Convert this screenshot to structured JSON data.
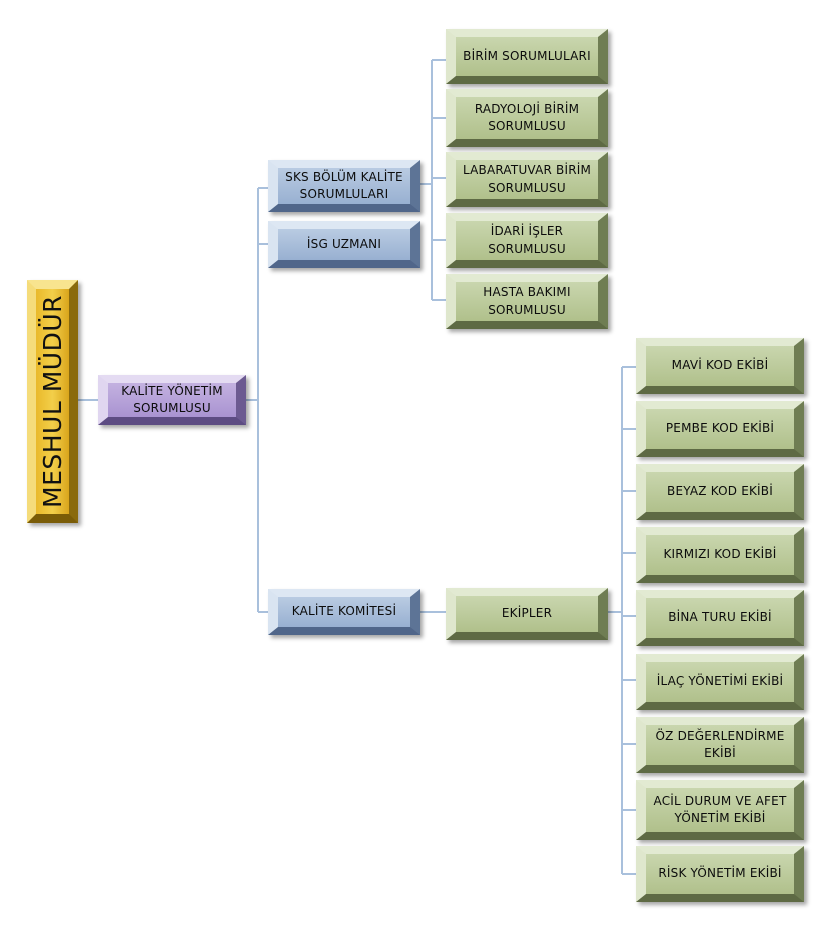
{
  "root": {
    "label": "MESHUL MÜDÜR"
  },
  "manager": {
    "label": "KALİTE YÖNETİM SORUMLUSU"
  },
  "sks": {
    "label": "SKS BÖLÜM KALİTE SORUMLULARI"
  },
  "isg": {
    "label": "İSG UZMANI"
  },
  "committee": {
    "label": "KALİTE KOMİTESİ"
  },
  "teams_group": {
    "label": "EKİPLER"
  },
  "sks_children": [
    "BİRİM SORUMLULARI",
    "RADYOLOJİ BİRİM SORUMLUSU",
    "LABARATUVAR BİRİM SORUMLUSU",
    "İDARİ İŞLER SORUMLUSU",
    "HASTA BAKIMI SORUMLUSU"
  ],
  "teams": [
    "MAVİ KOD EKİBİ",
    "PEMBE KOD EKİBİ",
    "BEYAZ KOD EKİBİ",
    "KIRMIZI KOD EKİBİ",
    "BİNA TURU EKİBİ",
    "İLAÇ YÖNETİMİ EKİBİ",
    "ÖZ DEĞERLENDİRME EKİBİ",
    "ACİL DURUM VE AFET YÖNETİM EKİBİ",
    "RİSK YÖNETİM EKİBİ"
  ],
  "colors": {
    "connector": "#a9c0dc",
    "green_node": "#b7c696",
    "blue_node": "#a3b9d8",
    "purple_node": "#b49fd8",
    "gold_node": "#eec236"
  }
}
